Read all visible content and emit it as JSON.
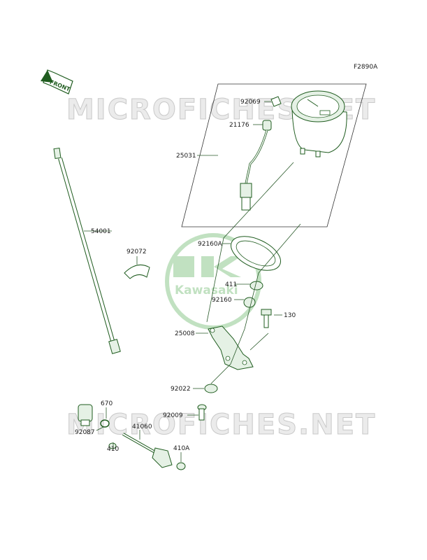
{
  "figure_code": "F2890A",
  "watermark_text": "MICROFICHES.NET",
  "brand_text": "Kawasaki",
  "front_arrow_text": "FRONT",
  "colors": {
    "part_stroke": "#1f5c1f",
    "part_fill": "#e5f1e5",
    "brand_green": "#7fbf7f"
  },
  "labels": {
    "p92069": "92069",
    "p21176": "21176",
    "p25031": "25031",
    "p54001": "54001",
    "p92072": "92072",
    "p92160A": "92160A",
    "p411": "411",
    "p92160": "92160",
    "p130": "130",
    "p25008": "25008",
    "p92022": "92022",
    "p670": "670",
    "p92009": "92009",
    "p92087": "92087",
    "p41060": "41060",
    "p410": "410",
    "p410A": "410A"
  }
}
